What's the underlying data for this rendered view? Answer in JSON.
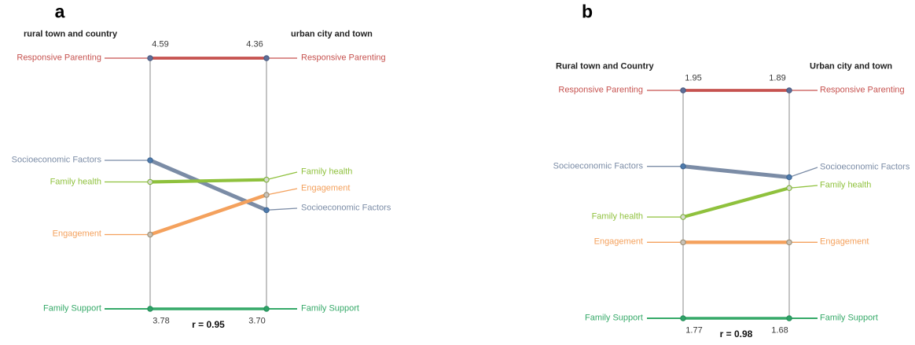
{
  "figure": {
    "background_color": "#ffffff",
    "description_visible_text_only": true
  },
  "chart_data": [
    {
      "type": "slopegraph",
      "panel_label": "a",
      "left_header": "rural town and country",
      "right_header": "urban city and town",
      "correlation_label": "r = 0.95",
      "axis": {
        "left_top": 4.59,
        "left_bottom": 3.78,
        "right_top": 4.36,
        "right_bottom": 3.7
      },
      "annotations": {
        "left_top": "4.59",
        "right_top": "4.36",
        "left_bottom": "3.78",
        "right_bottom": "3.70"
      },
      "series": [
        {
          "id": "responsive_parenting",
          "label": "Responsive Parenting",
          "color": "#C6524F",
          "left_value": 4.59,
          "right_value": 4.36,
          "estimated": false
        },
        {
          "id": "socioeconomic_factors",
          "label": "Socioeconomic Factors",
          "color": "#7B8CA6",
          "left_value": 4.26,
          "right_value": 3.96,
          "estimated": true
        },
        {
          "id": "family_health",
          "label": "Family health",
          "color": "#8FC13D",
          "left_value": 4.19,
          "right_value": 4.04,
          "estimated": true
        },
        {
          "id": "engagement",
          "label": "Engagement",
          "color": "#F4A15D",
          "left_value": 4.02,
          "right_value": 4.0,
          "estimated": true
        },
        {
          "id": "family_support",
          "label": "Family Support",
          "color": "#35A968",
          "left_value": 3.78,
          "right_value": 3.7,
          "estimated": false
        }
      ]
    },
    {
      "type": "slopegraph",
      "panel_label": "b",
      "left_header": "Rural town and Country",
      "right_header": "Urban city and town",
      "correlation_label": "r = 0.98",
      "axis": {
        "left_top": 1.95,
        "left_bottom": 1.77,
        "right_top": 1.89,
        "right_bottom": 1.68
      },
      "annotations": {
        "left_top": "1.95",
        "right_top": "1.89",
        "left_bottom": "1.77",
        "right_bottom": "1.68"
      },
      "series": [
        {
          "id": "responsive_parenting",
          "label": "Responsive Parenting",
          "color": "#C6524F",
          "left_value": 1.95,
          "right_value": 1.89,
          "estimated": false
        },
        {
          "id": "socioeconomic_factors",
          "label": "Socioeconomic Factors",
          "color": "#7B8CA6",
          "left_value": 1.89,
          "right_value": 1.81,
          "estimated": true
        },
        {
          "id": "family_health",
          "label": "Family health",
          "color": "#8FC13D",
          "left_value": 1.85,
          "right_value": 1.8,
          "estimated": true
        },
        {
          "id": "engagement",
          "label": "Engagement",
          "color": "#F4A15D",
          "left_value": 1.83,
          "right_value": 1.75,
          "estimated": true
        },
        {
          "id": "family_support",
          "label": "Family Support",
          "color": "#35A968",
          "left_value": 1.77,
          "right_value": 1.68,
          "estimated": false
        }
      ]
    }
  ],
  "style_colors": {
    "axis_line": "#A4A4A4",
    "red": "#C6524F",
    "slate_blue": "#7B8CA6",
    "yellow_green": "#8FC13D",
    "orange": "#F4A15D",
    "green": "#35A968"
  }
}
